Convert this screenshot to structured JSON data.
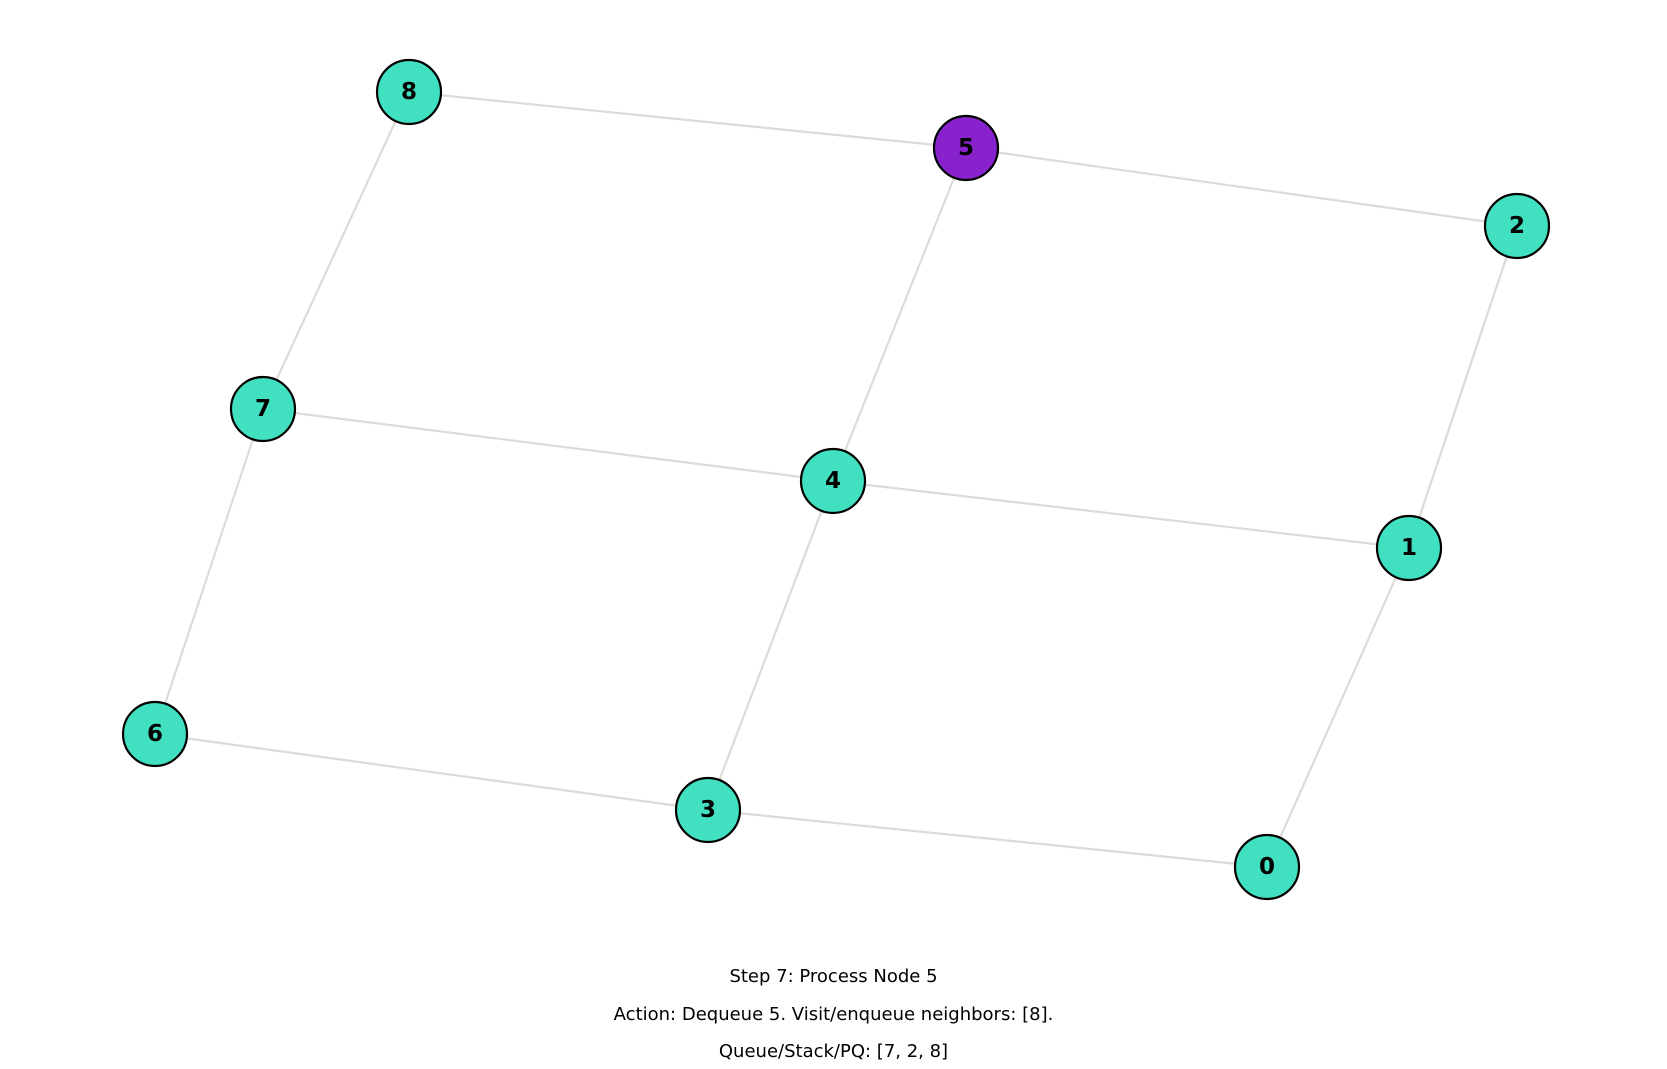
{
  "graph": {
    "colors": {
      "default": "#40e0c0",
      "current": "#8822cc",
      "edge": "#dcdbd5",
      "outline": "#000000"
    },
    "nodes": [
      {
        "id": "0",
        "state": "visited"
      },
      {
        "id": "1",
        "state": "visited"
      },
      {
        "id": "2",
        "state": "visited"
      },
      {
        "id": "3",
        "state": "visited"
      },
      {
        "id": "4",
        "state": "visited"
      },
      {
        "id": "5",
        "state": "current"
      },
      {
        "id": "6",
        "state": "visited"
      },
      {
        "id": "7",
        "state": "visited"
      },
      {
        "id": "8",
        "state": "visited"
      }
    ],
    "edges": [
      [
        "8",
        "5"
      ],
      [
        "5",
        "2"
      ],
      [
        "8",
        "7"
      ],
      [
        "5",
        "4"
      ],
      [
        "2",
        "1"
      ],
      [
        "7",
        "4"
      ],
      [
        "4",
        "1"
      ],
      [
        "7",
        "6"
      ],
      [
        "4",
        "3"
      ],
      [
        "1",
        "0"
      ],
      [
        "6",
        "3"
      ],
      [
        "3",
        "0"
      ]
    ]
  },
  "status": {
    "step": "Step 7: Process Node 5",
    "action": "Action: Dequeue 5. Visit/enqueue neighbors: [8].",
    "queue": "Queue/Stack/PQ: [7, 2, 8]"
  }
}
